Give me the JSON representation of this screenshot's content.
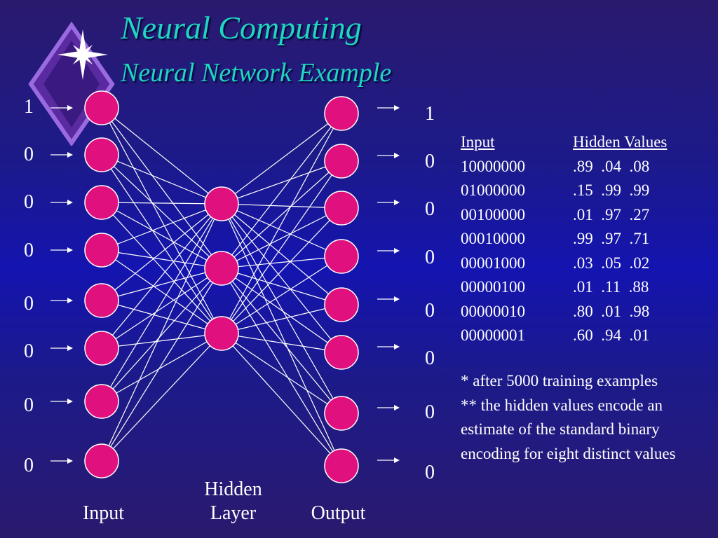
{
  "title": "Neural Computing",
  "subtitle": "Neural Network Example",
  "inputs": [
    "1",
    "0",
    "0",
    "0",
    "0",
    "0",
    "0",
    "0"
  ],
  "outputs": [
    "1",
    "0",
    "0",
    "0",
    "0",
    "0",
    "0",
    "0"
  ],
  "labels": {
    "input": "Input",
    "hidden_line1": "Hidden",
    "hidden_line2": "Layer",
    "output": "Output"
  },
  "table": {
    "col1": "Input",
    "col2": "Hidden Values",
    "rows": [
      {
        "code": "10000000",
        "values": ".89  .04  .08"
      },
      {
        "code": "01000000",
        "values": ".15  .99  .99"
      },
      {
        "code": "00100000",
        "values": ".01  .97  .27"
      },
      {
        "code": "00010000",
        "values": ".99  .97  .71"
      },
      {
        "code": "00001000",
        "values": ".03  .05  .02"
      },
      {
        "code": "00000100",
        "values": ".01  .11  .88"
      },
      {
        "code": "00000010",
        "values": ".80  .01  .98"
      },
      {
        "code": "00000001",
        "values": ".60  .94  .01"
      }
    ]
  },
  "notes": [
    "* after 5000 training examples",
    "** the hidden values encode an estimate of the standard binary encoding for eight distinct values"
  ],
  "colors": {
    "node": "#e0107e",
    "title": "#1fd6c0",
    "edge": "#ffffff"
  }
}
